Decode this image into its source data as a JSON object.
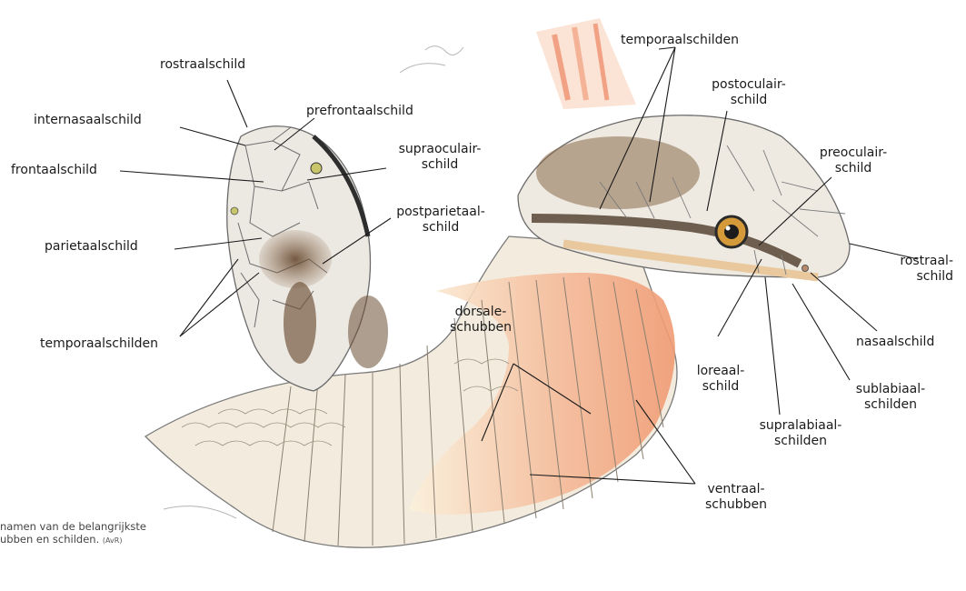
{
  "labels": {
    "rostraalschild_top": "rostraalschild",
    "internasaalschild": "internasaalschild",
    "prefrontaalschild": "prefrontaalschild",
    "frontaalschild": "frontaalschild",
    "supraoculair_1": "supraoculair-",
    "supraoculair_2": "schild",
    "postparietaal_1": "postparietaal-",
    "postparietaal_2": "schild",
    "parietaalschild": "parietaalschild",
    "temporaal_left": "temporaalschilden",
    "temporaal_top": "temporaalschilden",
    "postoculair_1": "postoculair-",
    "postoculair_2": "schild",
    "preoculair_1": "preoculair-",
    "preoculair_2": "schild",
    "rostraal_right_1": "rostraal-",
    "rostraal_right_2": "schild",
    "dorsale_1": "dorsale-",
    "dorsale_2": "schubben",
    "nasaalschild": "nasaalschild",
    "loreaal_1": "loreaal-",
    "loreaal_2": "schild",
    "sublabiaal_1": "sublabiaal-",
    "sublabiaal_2": "schilden",
    "supralabiaal_1": "supralabiaal-",
    "supralabiaal_2": "schilden",
    "ventraal_1": "ventraal-",
    "ventraal_2": "schubben"
  },
  "caption": {
    "line1": "namen van de belangrijkste",
    "line2": "ubben en schilden.",
    "credit": "(AvR)"
  },
  "colors": {
    "belly_orange": "#f0a27e",
    "dorsal_brown": "#7a5a3c",
    "eye_amber": "#d49a3a",
    "outline": "#6b6b6b"
  }
}
